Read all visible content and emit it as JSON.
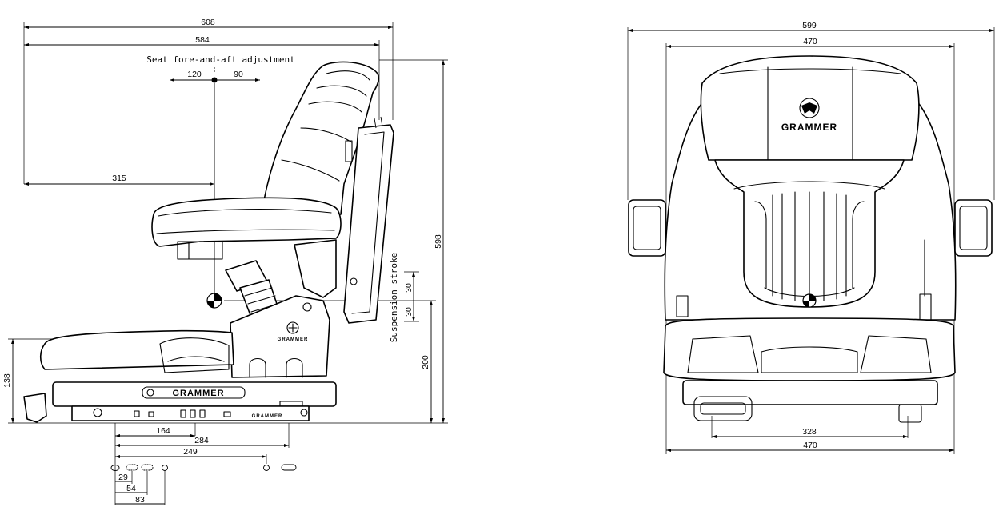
{
  "side_view": {
    "labels": {
      "fore_aft_title": "Seat fore-and-aft adjustment",
      "suspension_title": "Suspension stroke",
      "brand": "GRAMMER",
      "brand_small": "GRAMMER"
    },
    "dimensions": {
      "overall_length": "608",
      "length_584": "584",
      "fore_aft_back": "120",
      "fore_aft_fwd": "90",
      "seat_index": "315",
      "overall_height": "598",
      "stroke_up": "30",
      "stroke_down": "30",
      "base_height_200": "200",
      "height_138": "138",
      "base_164": "164",
      "base_284": "284",
      "hole_249": "249",
      "hole_29": "29",
      "hole_54": "54",
      "hole_83": "83"
    }
  },
  "front_view": {
    "labels": {
      "brand": "GRAMMER"
    },
    "dimensions": {
      "overall_width": "599",
      "backrest_width": "470",
      "rail_328": "328",
      "base_470": "470"
    }
  },
  "colors": {
    "line": "#000000",
    "background": "#ffffff"
  }
}
